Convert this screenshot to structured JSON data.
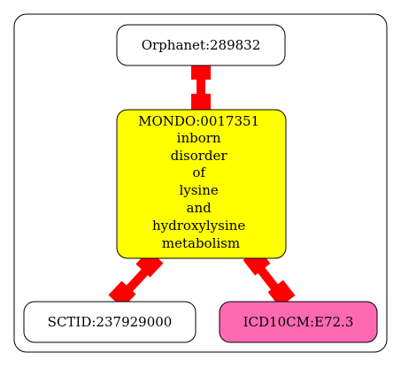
{
  "nodes": {
    "orphanet": {
      "label": "Orphanet:289832",
      "fill": "#ffffff"
    },
    "mondo": {
      "lines": [
        "MONDO:0017351",
        "inborn",
        "disorder",
        "of",
        "lysine",
        "and",
        "hydroxylysine",
        "metabolism"
      ],
      "fill": "#ffff00"
    },
    "sctid": {
      "label": "SCTID:237929000",
      "fill": "#ffffff"
    },
    "icd10": {
      "label": "ICD10CM:E72.3",
      "fill": "#ff69b4"
    }
  },
  "colors": {
    "edge": "#ff0000",
    "border": "#000000"
  }
}
